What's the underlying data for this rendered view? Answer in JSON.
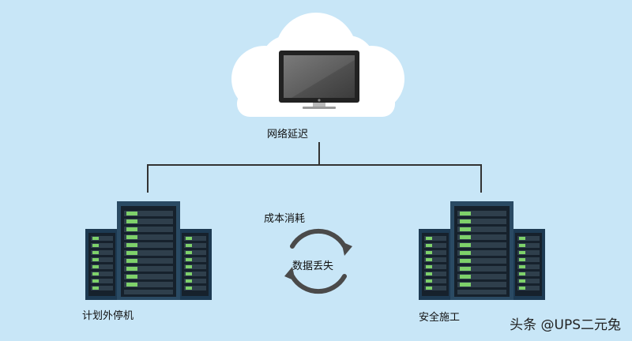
{
  "diagram": {
    "cloud_node": {
      "label": "网络延迟",
      "icon": "monitor-icon"
    },
    "left_node": {
      "label": "计划外停机",
      "icon": "server-rack-icon"
    },
    "right_node": {
      "label": "安全施工",
      "icon": "server-rack-icon"
    },
    "center_labels": {
      "top": "成本消耗",
      "middle": "数据丢失"
    },
    "cycle_icon": "sync-arrows-icon"
  },
  "watermark": "头条 @UPS二元兔",
  "colors": {
    "background": "#c8e6f7",
    "cloud": "#ffffff",
    "connector": "#333333",
    "rack_dark": "#16212c",
    "rack_frame": "#2a4a63",
    "drive_green": "#7ed16a",
    "arrow": "#4a4a4a"
  }
}
